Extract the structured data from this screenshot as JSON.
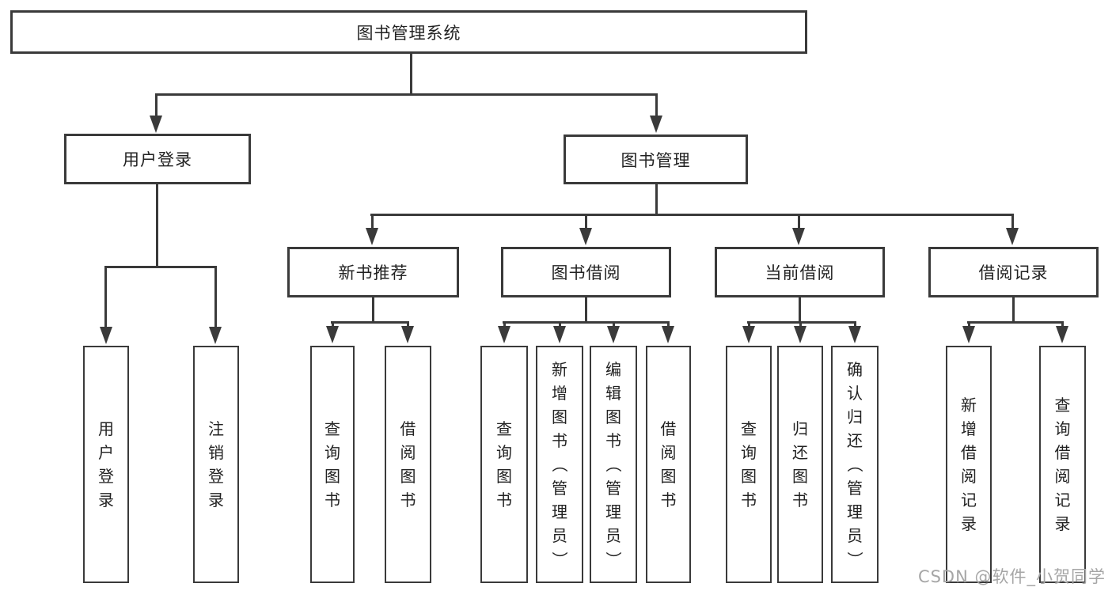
{
  "colors": {
    "line": "#3a3a3a",
    "text": "#222222",
    "background": "#ffffff",
    "watermark": "#a6a6a6"
  },
  "watermark": "CSDN @软件_小贺同学",
  "tree": {
    "label": "图书管理系统",
    "children": [
      {
        "label": "用户登录",
        "children": [
          {
            "label": "用户登录"
          },
          {
            "label": "注销登录"
          }
        ]
      },
      {
        "label": "图书管理",
        "children": [
          {
            "label": "新书推荐",
            "children": [
              {
                "label": "查询图书"
              },
              {
                "label": "借阅图书"
              }
            ]
          },
          {
            "label": "图书借阅",
            "children": [
              {
                "label": "查询图书"
              },
              {
                "label": "新增图书（管理员）"
              },
              {
                "label": "编辑图书（管理员）"
              },
              {
                "label": "借阅图书"
              }
            ]
          },
          {
            "label": "当前借阅",
            "children": [
              {
                "label": "查询图书"
              },
              {
                "label": "归还图书"
              },
              {
                "label": "确认归还（管理员）"
              }
            ]
          },
          {
            "label": "借阅记录",
            "children": [
              {
                "label": "新增借阅记录"
              },
              {
                "label": "查询借阅记录"
              }
            ]
          }
        ]
      }
    ]
  }
}
